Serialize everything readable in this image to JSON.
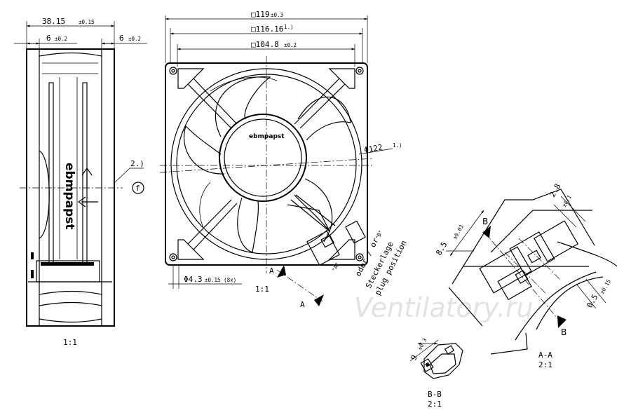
{
  "side_view": {
    "overall_width": "38.15",
    "overall_width_tol": "±0.15",
    "flange_left": "6",
    "flange_left_tol": "±0.2",
    "flange_right": "6",
    "flange_right_tol": "±0.2",
    "note_ref": "2.)",
    "ground_symbol": "f",
    "scale": "1:1",
    "brand": "ebmpapst"
  },
  "front_view": {
    "outer_square": "□119",
    "outer_square_tol": "±0.3",
    "hole_square": "□116.16",
    "hole_square_note": "1.)",
    "mid_square": "□104.8",
    "mid_square_tol": "±0.2",
    "diameter": "Φ122",
    "diameter_note": "1.)",
    "hole_dia": "Φ4.3",
    "hole_dia_tol": "±0.15 (8x)",
    "brand": "ebmpapst",
    "section_a": "A",
    "scale_a": "1:1",
    "plug_a": "\"A\"",
    "plug_b": "\"B\"",
    "plug_note_1": "oder / or",
    "plug_note_2": "Steckerlage",
    "plug_note_3": "plug position"
  },
  "section_aa": {
    "label_b": "B",
    "dim_85": "8.5",
    "dim_85_tol": "±0.03",
    "dim_28": "2.8",
    "dim_28_tol": "±0.1",
    "dim_05": "0.5",
    "dim_05_tol": "±0.15",
    "title": "A-A",
    "scale": "2:1"
  },
  "section_bb": {
    "dim_9": "9",
    "dim_9_tol": "±0.3",
    "title": "B-B",
    "scale": "2:1"
  },
  "watermark": "Ventilatory.ru"
}
